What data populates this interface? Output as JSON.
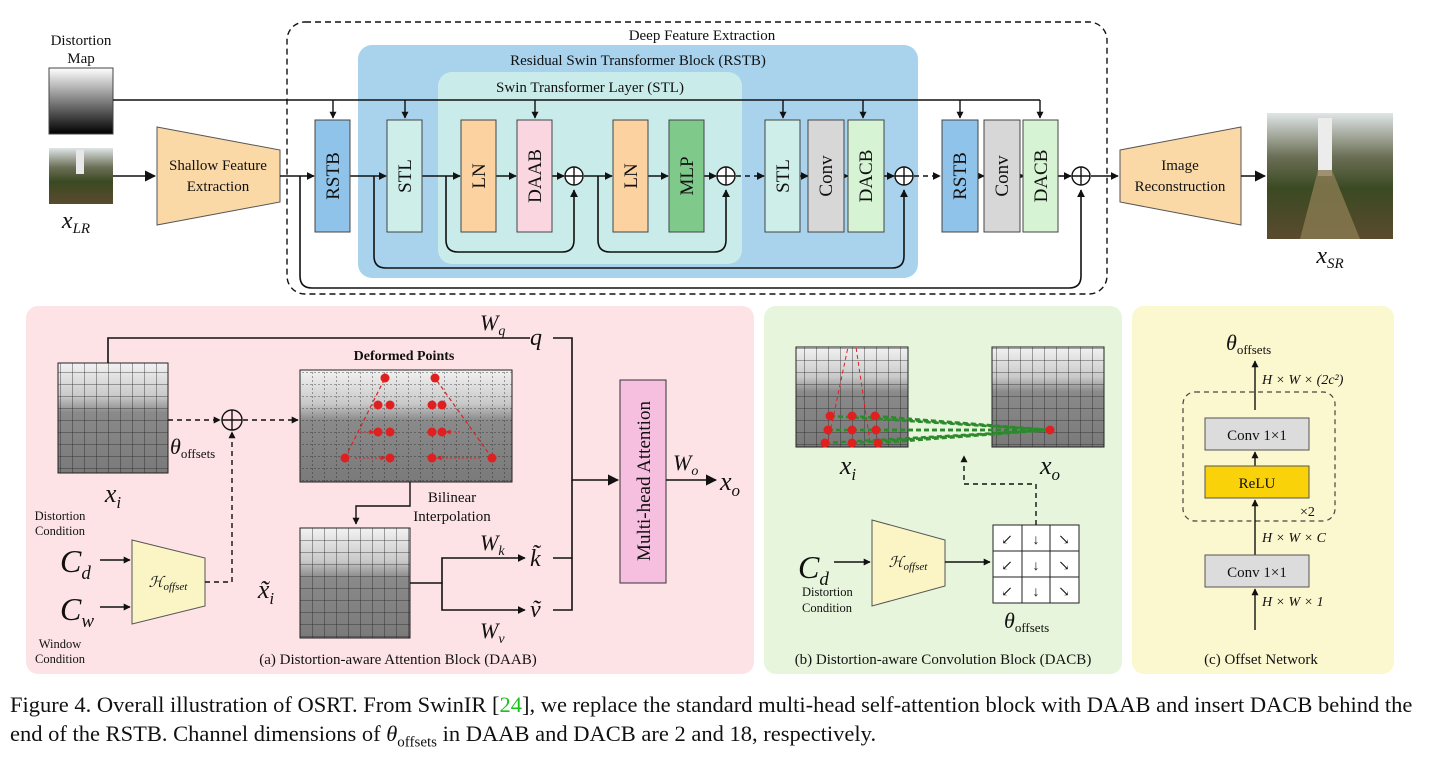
{
  "top": {
    "distortion_map": [
      "Distortion",
      "Map"
    ],
    "x_lr": "x",
    "x_lr_sub": "LR",
    "x_sr": "x",
    "x_sr_sub": "SR",
    "shallow": [
      "Shallow Feature",
      "Extraction"
    ],
    "reconstruction": [
      "Image",
      "Reconstruction"
    ],
    "deep": "Deep Feature Extraction",
    "rstb_title": "Residual Swin Transformer Block (RSTB)",
    "stl_title": "Swin Transformer Layer (STL)",
    "blocks": {
      "rstb": "RSTB",
      "stl": "STL",
      "ln": "LN",
      "daab": "DAAB",
      "mlp": "MLP",
      "conv": "Conv",
      "dacb": "DACB"
    },
    "plus": "⊕"
  },
  "panel_a": {
    "caption": "(a) Distortion-aware Attention Block (DAAB)",
    "deformed_points": "Deformed Points",
    "bilinear": [
      "Bilinear",
      "Interpolation"
    ],
    "mha": "Multi-head Attention",
    "x_i": "x",
    "x_i_sub": "i",
    "x_i_tilde": "x̃",
    "x_o": "x",
    "x_o_sub": "o",
    "theta": "θ",
    "theta_sub": "offsets",
    "wq": "W",
    "wq_sub": "q",
    "q": "q",
    "wk": "W",
    "wk_sub": "k",
    "k": "k̃",
    "wv": "W",
    "wv_sub": "v",
    "v": "ṽ",
    "wo": "W",
    "wo_sub": "o",
    "cd": "C",
    "cd_sub": "d",
    "cw": "C",
    "cw_sub": "w",
    "distortion_condition": [
      "Distortion",
      "Condition"
    ],
    "window_condition": [
      "Window",
      "Condition"
    ],
    "h_offset": "ℋ",
    "h_offset_sub": "offset"
  },
  "panel_b": {
    "caption": "(b) Distortion-aware Convolution Block (DACB)",
    "x_i": "x",
    "x_i_sub": "i",
    "x_o": "x",
    "x_o_sub": "o",
    "cd": "C",
    "cd_sub": "d",
    "distortion_condition": [
      "Distortion",
      "Condition"
    ],
    "h_offset": "ℋ",
    "h_offset_sub": "offset",
    "theta": "θ",
    "theta_sub": "offsets",
    "arrows": [
      "↙",
      "↓",
      "↘",
      "↙",
      "↓",
      "↘",
      "↙",
      "↓",
      "↘"
    ]
  },
  "panel_c": {
    "caption": "(c) Offset Network",
    "theta": "θ",
    "theta_sub": "offsets",
    "out_dim": "H × W × (2c²)",
    "mid_dim": "H × W × C",
    "in_dim": "H × W × 1",
    "conv_top": "Conv 1×1",
    "relu": "ReLU",
    "conv_bottom": "Conv 1×1",
    "repeat": "×2"
  },
  "caption": {
    "before_ref": "Figure 4. Overall illustration of OSRT. From SwinIR [",
    "ref": "24",
    "after_ref": "], we replace the standard multi-head self-attention block with DAAB and insert DACB behind the end of the RSTB. Channel dimensions of ",
    "theta": "θ",
    "theta_sub": "offsets",
    "end": " in DAAB and DACB are 2 and 18, respectively."
  },
  "colors": {
    "panel_a_bg": "#fde3e6",
    "panel_b_bg": "#e7f5dc",
    "panel_c_bg": "#fbf7cf",
    "rstb_bg": "#a9d2ec",
    "stl_bg": "#c9ecea",
    "rstb_block": "#8fc3ea",
    "stl_block": "#cdeee9",
    "ln_block": "#fcd2a0",
    "daab_block": "#f9d6e0",
    "mlp_block": "#7fc98b",
    "conv_block": "#d7d7d7",
    "dacb_block": "#d6f3d3",
    "trapezoid": "#fbd9a6",
    "h_offset": "#fbf5c6",
    "mha": "#f6bfe0",
    "relu": "#fad20a",
    "conv_c": "#dcdcdc",
    "red_point": "#e02020",
    "green_line": "#2c8a2c"
  }
}
